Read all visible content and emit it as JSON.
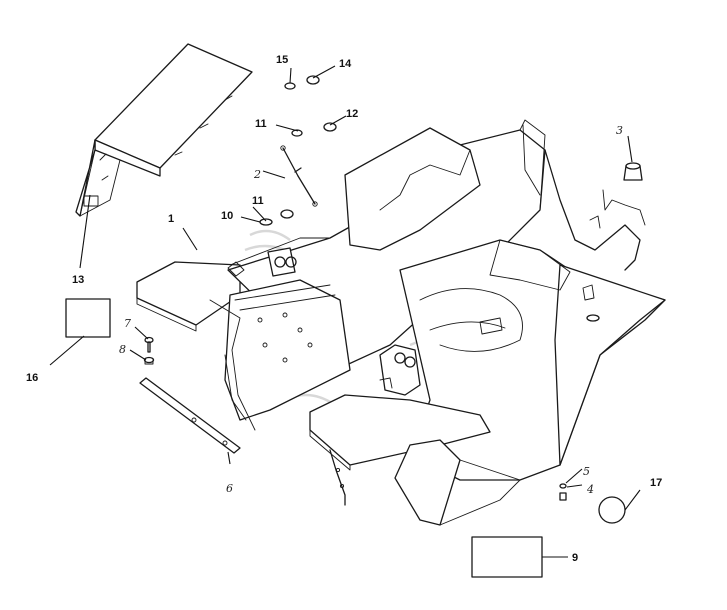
{
  "figure": {
    "callouts": [
      {
        "id": "c1",
        "label": "1"
      },
      {
        "id": "c2",
        "label": "2"
      },
      {
        "id": "c3",
        "label": "3"
      },
      {
        "id": "c4",
        "label": "4"
      },
      {
        "id": "c5",
        "label": "5"
      },
      {
        "id": "c6",
        "label": "6"
      },
      {
        "id": "c7",
        "label": "7"
      },
      {
        "id": "c8",
        "label": "8"
      },
      {
        "id": "c9",
        "label": "9"
      },
      {
        "id": "c10",
        "label": "10"
      },
      {
        "id": "c11a",
        "label": "11"
      },
      {
        "id": "c11b",
        "label": "11"
      },
      {
        "id": "c12",
        "label": "12"
      },
      {
        "id": "c13",
        "label": "13"
      },
      {
        "id": "c14",
        "label": "14"
      },
      {
        "id": "c15",
        "label": "15"
      },
      {
        "id": "c16",
        "label": "16"
      },
      {
        "id": "c17",
        "label": "17"
      }
    ]
  },
  "colors": {
    "line": "#1a1a1a",
    "background": "#ffffff",
    "watermark": "#d8d8d8"
  }
}
